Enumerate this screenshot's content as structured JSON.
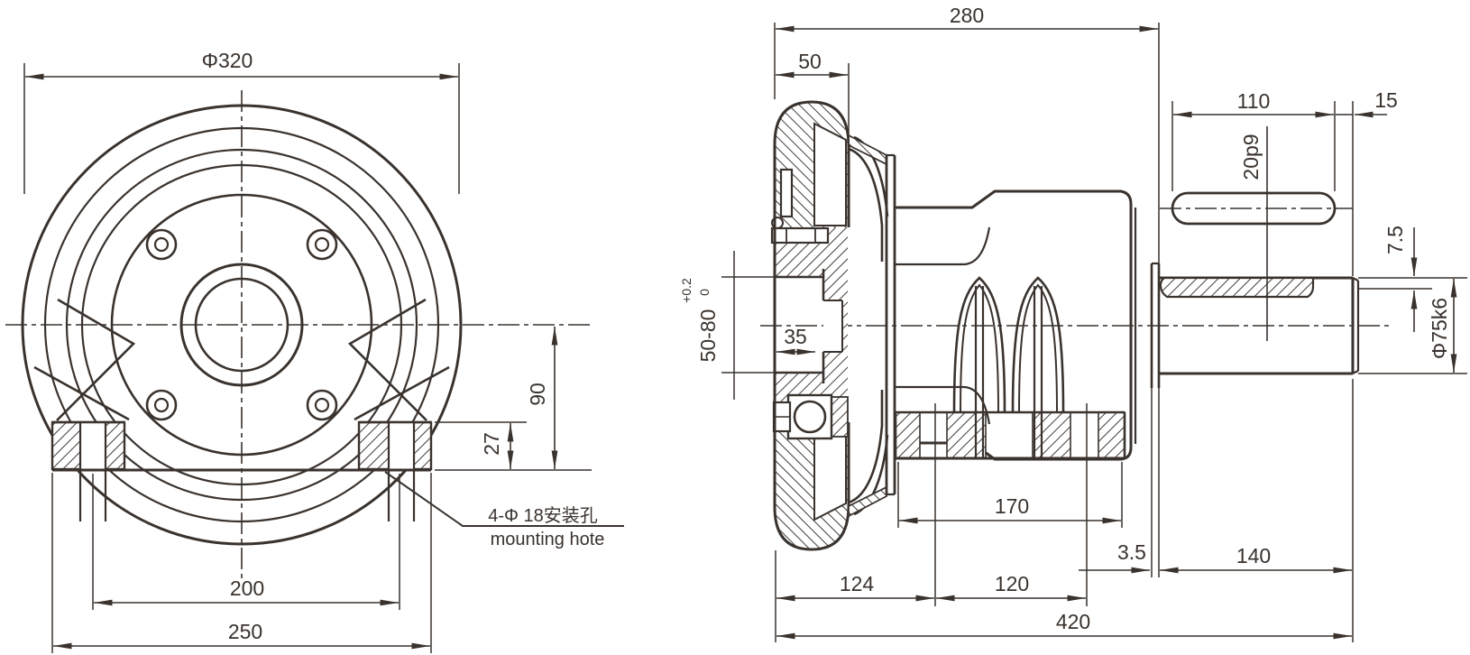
{
  "drawing_title": "gearbox flange and output shaft section drawing",
  "colors": {
    "ink": "#3a322d",
    "paper": "#ffffff"
  },
  "front_view": {
    "dim_outer_diameter": "Φ320",
    "dim_hole_spacing": "200",
    "dim_base_width": "250",
    "dim_center_to_base": "90",
    "dim_foot_height": "27",
    "note_line1": "4-Φ 18安装孔",
    "note_line2": "mounting hote"
  },
  "side_view": {
    "dim_overall_depth": "280",
    "dim_hub_depth": "50",
    "dim_key_length": "110",
    "dim_key_to_end": "15",
    "dim_key_width": "20p9",
    "dim_key_depth": "7.5",
    "dim_shaft_diameter": "Φ75k6",
    "dim_bore_range": "50-80",
    "dim_bore_tol_upper": "+0.2",
    "dim_bore_tol_lower": "0",
    "dim_bore_depth": "35",
    "dim_pad_length": "170",
    "dim_shoulder_gap": "3.5",
    "dim_shaft_length": "140",
    "dim_seg_flange": "124",
    "dim_seg_body": "120",
    "dim_overall_length": "420"
  }
}
